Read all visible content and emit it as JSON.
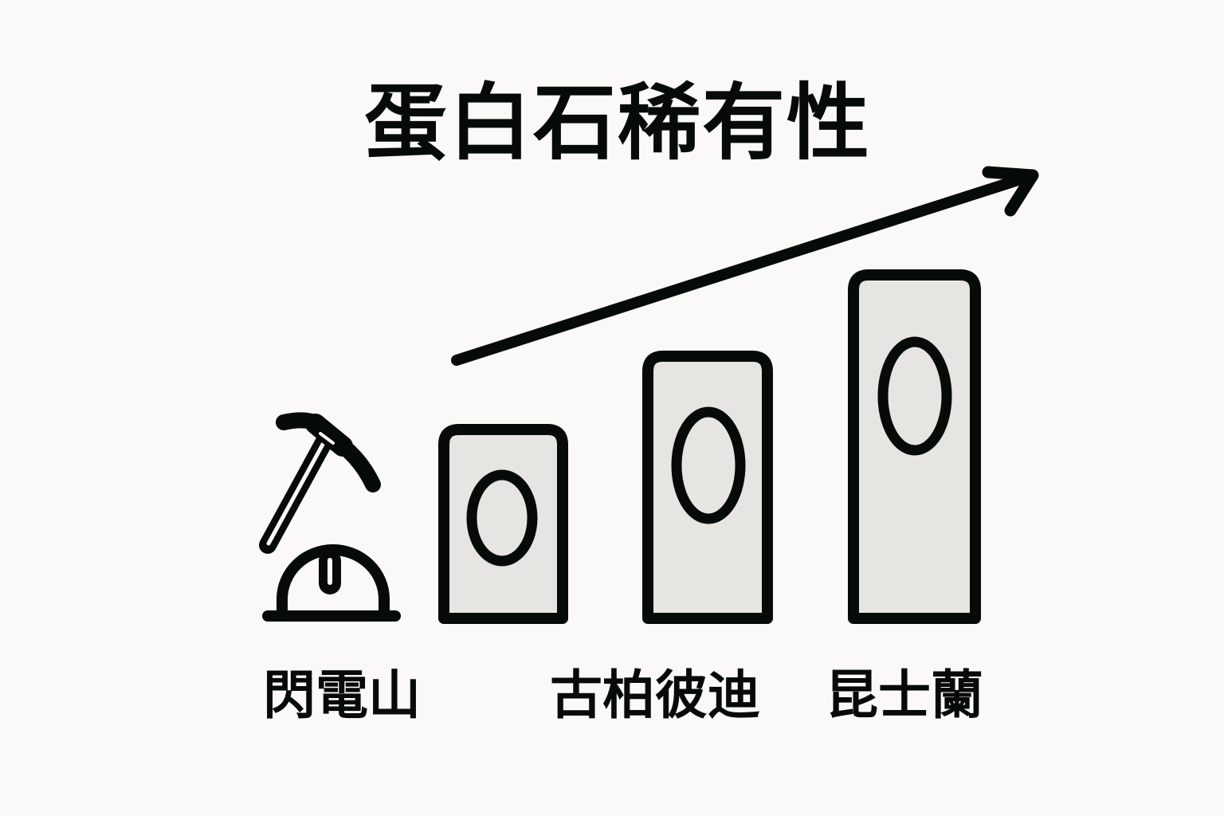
{
  "title": "蛋白石稀有性",
  "colors": {
    "background": "#faf9f7",
    "ink": "#060b0a",
    "bar_fill": "#e6e5e2"
  },
  "icons": {
    "mining": "pickaxe-and-hardhat-icon",
    "trend": "upward-trend-arrow-icon",
    "opal": "opal-oval-icon"
  },
  "labels": {
    "mine1": "閃電山",
    "mine2": "古柏彼迪",
    "mine3": "昆士蘭"
  },
  "bars": [
    {
      "label": "閃電山",
      "relative_height": 1
    },
    {
      "label": "古柏彼迪",
      "relative_height": 2
    },
    {
      "label": "昆士蘭",
      "relative_height": 3
    }
  ]
}
